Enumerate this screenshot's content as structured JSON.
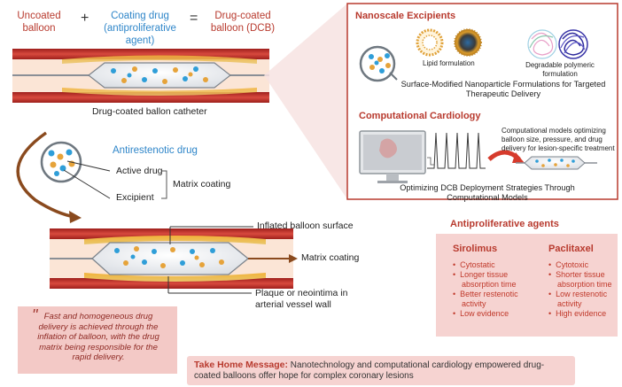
{
  "header": {
    "uncoated": "Uncoated\nballoon",
    "plus": "+",
    "coating": "Coating drug\n(antiproliferative\nagent)",
    "equals": "=",
    "dcb": "Drug-coated\nballoon (DCB)"
  },
  "catheter_caption": "Drug-coated ballon catheter",
  "antirestenotic": {
    "title": "Antirestenotic drug",
    "active": "Active drug",
    "excipient": "Excipient",
    "matrix": "Matrix coating"
  },
  "inflated": {
    "surface": "Inflated balloon surface",
    "matrix": "Matrix coating",
    "plaque": "Plaque or neointima in\narterial vessel wall"
  },
  "quote": {
    "mark": "\"",
    "text": "Fast and homogeneous drug\ndelivery is achieved through the\ninflation of balloon, with the drug\nmatrix being responsible for the\nrapid delivery."
  },
  "nano": {
    "title": "Nanoscale Excipients",
    "lipid": "Lipid formulation",
    "polymer": "Degradable polymeric\nformulation",
    "caption": "Surface-Modified Nanoparticle Formulations for Targeted\nTherapeutic Delivery"
  },
  "comp": {
    "title": "Computational Cardiology",
    "desc": "Computational models optimizing\nballoon size, pressure, and drug\ndelivery for lesion-specific treatment",
    "caption": "Optimizing DCB Deployment Strategies Through\nComputational Models"
  },
  "agents": {
    "title": "Antiproliferative agents",
    "sirolimus": {
      "name": "Sirolimus",
      "items": [
        "Cytostatic",
        "Longer tissue\nabsorption time",
        "Better restenotic\nactivity",
        "Low evidence"
      ]
    },
    "paclitaxel": {
      "name": "Paclitaxel",
      "items": [
        "Cytotoxic",
        "Shorter tissue\nabsorption time",
        "Low restenotic\nactivity",
        "High evidence"
      ]
    }
  },
  "takehome": {
    "label": "Take Home Message:",
    "text": "Nanotechnology and computational cardiology empowered drug-\ncoated balloons offer hope for complex coronary lesions"
  },
  "colors": {
    "accent_red": "#b83a2e",
    "accent_blue": "#2f86c9",
    "box_pink": "#f6d3d1",
    "vessel": "#c73a32",
    "arrow_brown": "#8a4a1e"
  }
}
